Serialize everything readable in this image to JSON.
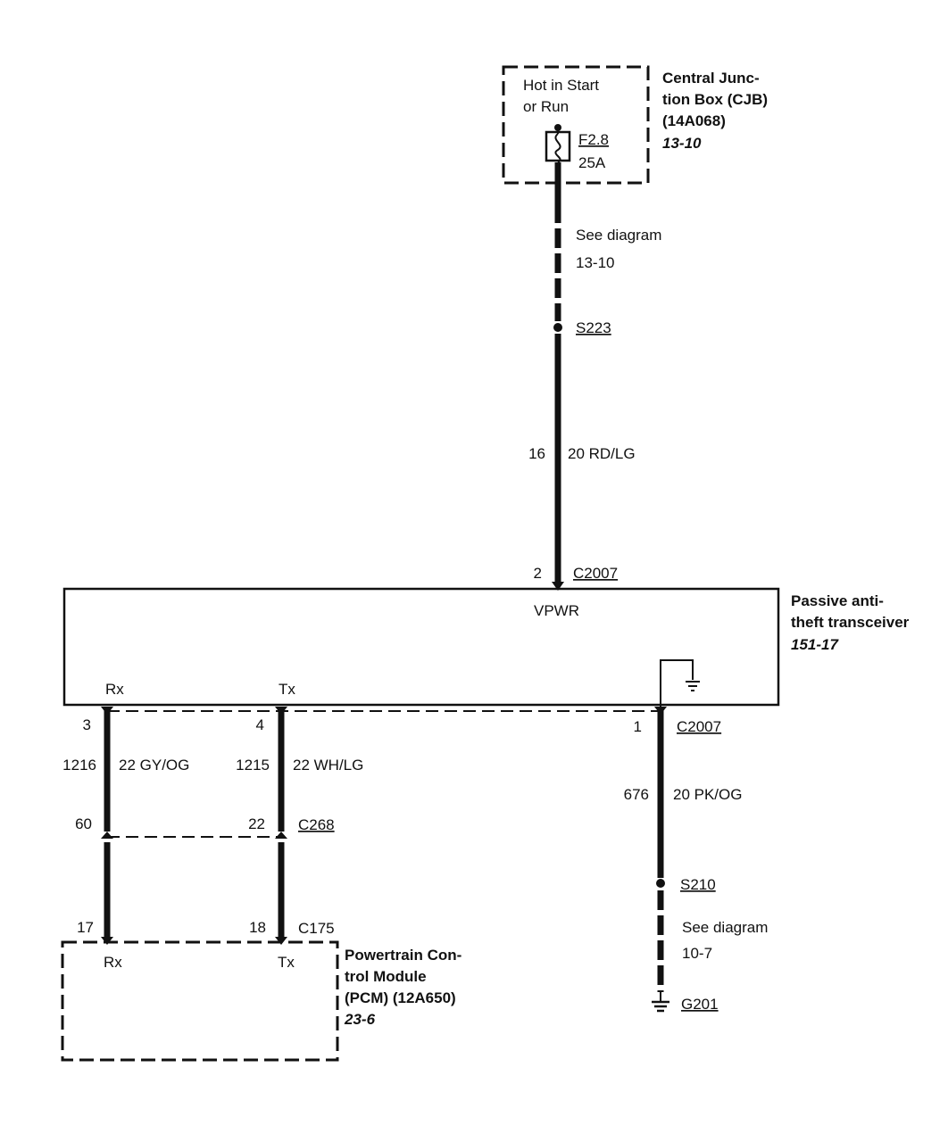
{
  "cjb": {
    "name_line1": "Central Junc-",
    "name_line2": "tion Box (CJB)",
    "part": "(14A068)",
    "ref": "13-10",
    "hot_line1": "Hot in Start",
    "hot_line2": "or Run",
    "fuse_id": "F2.8",
    "fuse_rating": "25A"
  },
  "upper_wire": {
    "see_line1": "See diagram",
    "see_line2": "13-10",
    "splice": "S223",
    "circuit": "16",
    "gauge_color": "20 RD/LG",
    "pin": "2",
    "connector": "C2007"
  },
  "pats": {
    "name_line1": "Passive anti-",
    "name_line2": "theft transceiver",
    "ref": "151-17",
    "vpwr": "VPWR",
    "rx": "Rx",
    "tx": "Tx"
  },
  "rx_wire": {
    "pin": "3",
    "circuit": "1216",
    "gauge_color": "22 GY/OG",
    "c268_pin": "60",
    "c175_pin": "17"
  },
  "tx_wire": {
    "pin": "4",
    "circuit": "1215",
    "gauge_color": "22 WH/LG",
    "c268_pin": "22",
    "c175_pin": "18"
  },
  "connectors": {
    "c268": "C268",
    "c175": "C175"
  },
  "ground_wire": {
    "pin": "1",
    "connector": "C2007",
    "circuit": "676",
    "gauge_color": "20 PK/OG",
    "splice": "S210",
    "see_line1": "See diagram",
    "see_line2": "10-7",
    "ground": "G201"
  },
  "pcm": {
    "name_line1": "Powertrain Con-",
    "name_line2": "trol Module",
    "name_line3": "(PCM) (12A650)",
    "ref": "23-6",
    "rx": "Rx",
    "tx": "Tx"
  }
}
